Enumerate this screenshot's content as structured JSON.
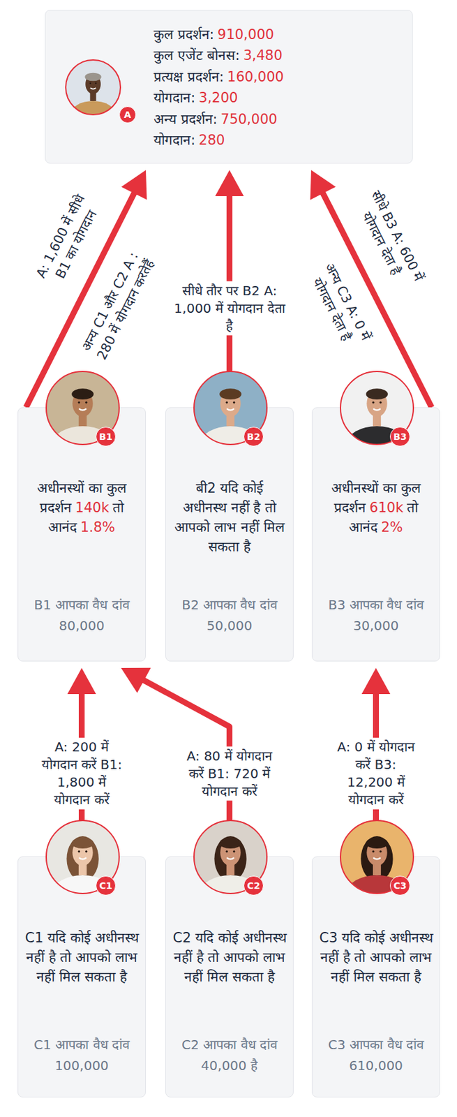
{
  "diagram": {
    "nodes": [
      {
        "text": [
          "कुल प्रदर्शन:",
          "910,000",
          "कुल एजेंट बोनस:",
          "3,480",
          "प्रत्यक्ष प्रदर्शन:",
          "160,000",
          "योगदान:",
          "3,200",
          "अन्य प्रदर्शन:",
          "750,000",
          "योगदान:",
          "280"
        ]
      },
      {
        "text": [
          "A"
        ],
        "in": 0
      },
      {
        "text": [
          "अधीनस्थों का कुल प्रदर्शन",
          "140k",
          "तो आनंद",
          "1.8%",
          "B1 आपका वैध दांव",
          "80,000"
        ]
      },
      {
        "text": [
          "B1"
        ],
        "in": 2
      },
      {
        "text": [
          "बी2 यदि कोई अधीनस्थ नहीं है तो आपको लाभ नहीं मिल सकता है",
          "B2 आपका वैध दांव",
          "50,000"
        ]
      },
      {
        "text": [
          "B2"
        ],
        "in": 4
      },
      {
        "text": [
          "अधीनस्थों का कुल प्रदर्शन",
          "610k",
          "तो आनंद",
          "2%",
          "B3 आपका वैध दांव",
          "30,000"
        ]
      },
      {
        "text": [
          "B3"
        ],
        "in": 6
      },
      {
        "text": [
          "C1 यदि कोई अधीनस्थ नहीं है तो आपको लाभ नहीं मिल सकता है",
          "C1 आपका वैध दांव",
          "100,000"
        ]
      },
      {
        "text": [
          "C1"
        ],
        "in": 8
      },
      {
        "text": [
          "C2 यदि कोई अधीनस्थ नहीं है तो आपको लाभ नहीं मिल सकता है",
          "C2 आपका वैध दांव",
          "40,000 है"
        ]
      },
      {
        "text": [
          "C2"
        ],
        "in": 10
      },
      {
        "text": [
          "C3 यदि कोई अधीनस्थ नहीं है तो आपको लाभ नहीं मिल सकता है",
          "C3 आपका वैध दांव",
          "610,000"
        ]
      },
      {
        "text": [
          "C3"
        ],
        "in": 12
      }
    ],
    "edges": [
      {
        "from": 2,
        "to": 0,
        "arrow": "to",
        "label": "A: 1,600 में सीधे B1 का योगदान"
      },
      {
        "from": 4,
        "to": 0,
        "arrow": "to",
        "label": "सीधे तौर पर B2 A: 1,000 में योगदान देता है"
      },
      {
        "from": 6,
        "to": 0,
        "arrow": "to",
        "label": "सीधे B3 A: 600 में योगदान देता है"
      },
      {
        "from": 8,
        "to": 2,
        "arrow": "to",
        "label": "A: 200 में योगदान करें B1: 1,800 में योगदान करें"
      },
      {
        "from": 10,
        "to": 2,
        "arrow": "to",
        "label": "A: 80 में योगदान करें B1: 720 में योगदान करें"
      },
      {
        "from": 12,
        "to": 6,
        "arrow": "to",
        "label": "A: 0 में योगदान करें B3: 12,200 में योगदान करें"
      }
    ],
    "labels": [
      "अन्य C1 और C2 A : 280 में योगदान करतेहैं",
      "अन्य C3 A: 0 में योगदान देता है"
    ]
  }
}
